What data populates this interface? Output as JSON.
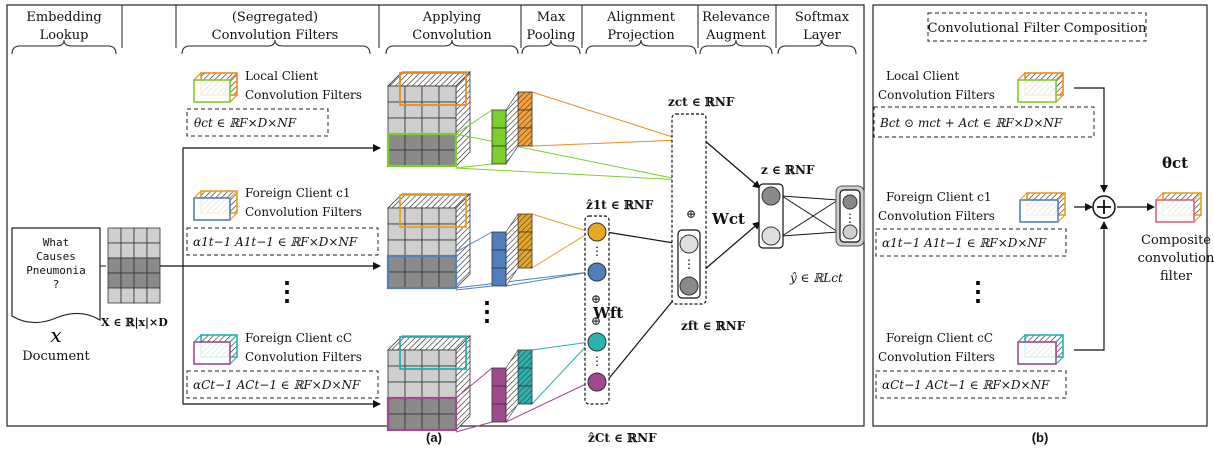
{
  "headers": {
    "embedding": [
      "Embedding",
      "Lookup"
    ],
    "filters": [
      "(Segregated)",
      "Convolution Filters"
    ],
    "applying": [
      "Applying",
      "Convolution"
    ],
    "maxpool": [
      "Max",
      "Pooling"
    ],
    "alignment": [
      "Alignment",
      "Projection"
    ],
    "relevance": [
      "Relevance",
      "Augment"
    ],
    "softmax": [
      "Softmax",
      "Layer"
    ],
    "composition": "Convolutional Filter Composition"
  },
  "document": {
    "query_lines": [
      "What",
      "Causes",
      "Pneumonia",
      "?"
    ],
    "var": "x",
    "label": "Document",
    "embedding_formula": "X ∈ ℝ|x|×D"
  },
  "panel_a": {
    "local_client": [
      "Local Client",
      "Convolution Filters"
    ],
    "local_formula": "θct ∈ ℝF×D×NF",
    "foreign1": [
      "Foreign Client c1",
      "Convolution Filters"
    ],
    "foreign1_formula": "α1t−1 A1t−1 ∈ ℝF×D×NF",
    "foreignC": [
      "Foreign Client cC",
      "Convolution Filters"
    ],
    "foreignC_formula": "αCt−1 ACt−1 ∈ ℝF×D×NF",
    "dots": "⋮",
    "oplus": "⊕",
    "zc": "zct ∈ ℝNF",
    "z1hat": "ẑ1t ∈ ℝNF",
    "zf": "zft ∈ ℝNF",
    "zChat": "ẑCt ∈ ℝNF",
    "z": "z ∈ ℝNF",
    "Wf": "Wft",
    "Wc": "Wct",
    "yhat": "ŷ ∈ ℝLct",
    "caption": "(a)"
  },
  "panel_b": {
    "local_client": [
      "Local Client",
      "Convolution Filters"
    ],
    "local_formula": "Bct ⊙ mct + Act ∈ ℝF×D×NF",
    "foreign1": [
      "Foreign Client c1",
      "Convolution Filters"
    ],
    "foreign1_formula": "α1t−1 A1t−1 ∈ ℝF×D×NF",
    "foreignC": [
      "Foreign Client cC",
      "Convolution Filters"
    ],
    "foreignC_formula": "αCt−1 ACt−1 ∈ ℝF×D×NF",
    "theta": "θct",
    "composite": [
      "Composite",
      "convolution",
      "filter"
    ],
    "caption": "(b)"
  },
  "colors": {
    "local": "#7ccf2a",
    "local_pool": "#f08a1e",
    "foreign1": "#4f7fbf",
    "foreign1_pool": "#e8a020",
    "foreignC_conv": "#a04890",
    "foreignC_pool": "#26b0b0",
    "pink": "#e0607a"
  }
}
